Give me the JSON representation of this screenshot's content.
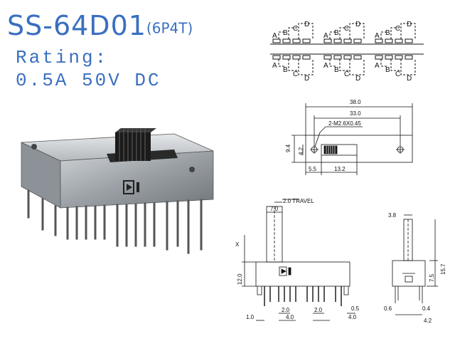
{
  "header": {
    "model": "SS-64D01",
    "config": "(6P4T)",
    "rating_label": "Rating:",
    "rating_value": "0.5A 50V DC"
  },
  "colors": {
    "title": "#3a6fc0",
    "line": "#111111"
  },
  "schematic": {
    "letters": [
      "A",
      "B",
      "C",
      "D"
    ]
  },
  "top_view": {
    "overall_length": "38.0",
    "hole_pitch": "33.0",
    "screw_spec": "2-M2.6X0.45",
    "height": "9.4",
    "half_height": "4.2",
    "offset": "5.5",
    "slot_length": "13.2"
  },
  "front_view": {
    "travel": "2.0 TRAVEL",
    "knob_width": "7.0",
    "x_label": "X",
    "body_height": "12.0",
    "pin_pitch_a": "2.0",
    "pin_pitch_b": "2.0",
    "span_a": "4.0",
    "span_b": "4.0",
    "pin_width": "0.5",
    "pin_length": "1.0"
  },
  "side_view": {
    "knob_width": "3.8",
    "total_height": "15.7",
    "body_height": "7.5",
    "pin_a": "0.6",
    "pin_b": "0.4",
    "pin_span": "4.2"
  }
}
